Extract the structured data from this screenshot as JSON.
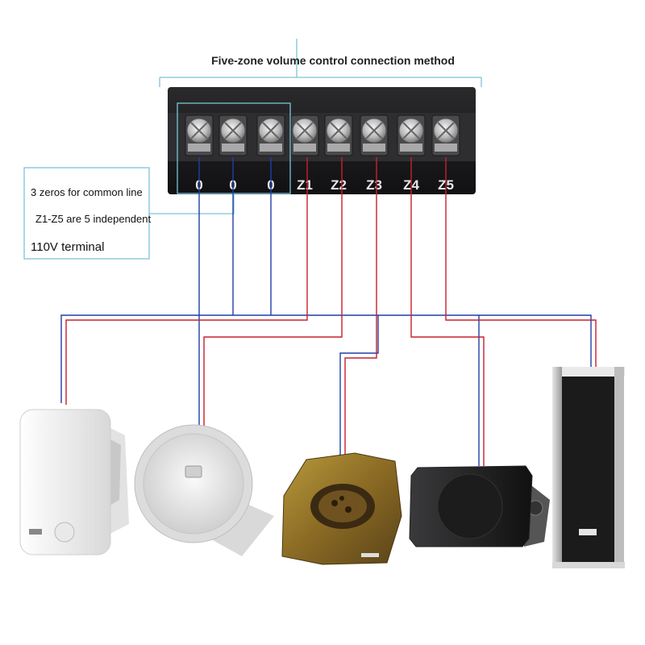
{
  "title": "Five-zone volume control connection method",
  "notes": {
    "line1": "3 zeros for common line",
    "line2": "Z1-Z5 are 5 independent",
    "line3": "110V terminal"
  },
  "terminals": [
    "0",
    "0",
    "0",
    "Z1",
    "Z2",
    "Z3",
    "Z4",
    "Z5"
  ],
  "colors": {
    "common_wire": "#1f3fa8",
    "zone_wire": "#c8202a",
    "callout_line": "#7cc4d6",
    "panel": "#1c1c1e"
  },
  "speakers": [
    {
      "name": "wall-mount-speaker-white"
    },
    {
      "name": "ceiling-speaker"
    },
    {
      "name": "rock-garden-speaker"
    },
    {
      "name": "wall-mount-speaker-black"
    },
    {
      "name": "column-speaker"
    }
  ]
}
